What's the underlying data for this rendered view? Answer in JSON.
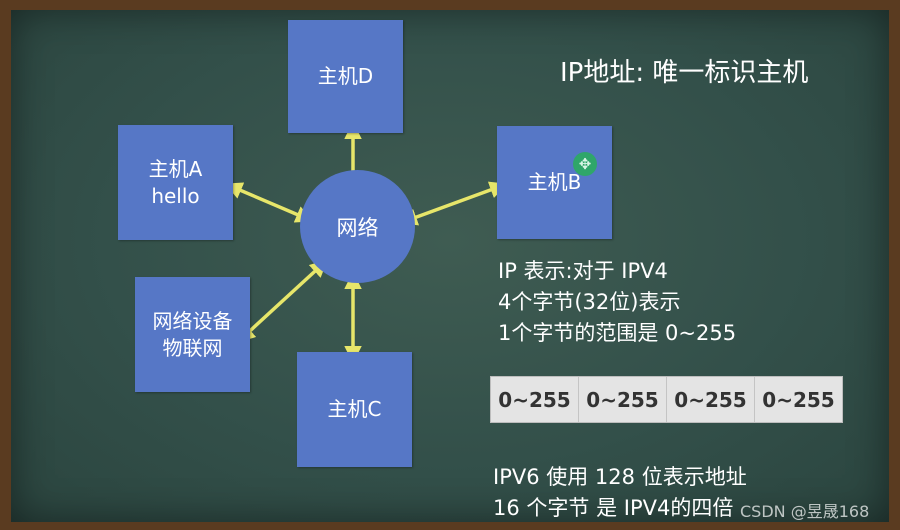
{
  "title": "IP地址: 唯一标识主机",
  "nodes": {
    "host_d": "主机D",
    "host_a_line1": "主机A",
    "host_a_line2": "hello",
    "host_b": "主机B",
    "network": "网络",
    "device_line1": "网络设备",
    "device_line2": "物联网",
    "host_c": "主机C"
  },
  "ipv4_notes": {
    "line1": "IP 表示:对于 IPV4",
    "line2": "4个字节(32位)表示",
    "line3": "1个字节的范围是 0~255"
  },
  "byte_cells": [
    "0~255",
    "0~255",
    "0~255",
    "0~255"
  ],
  "ipv6_notes": {
    "line1": "IPV6 使用 128 位表示地址",
    "line2": "16 个字节 是 IPV4的四倍"
  },
  "watermark": "CSDN @昱晟168",
  "colors": {
    "board": "#33504a",
    "node": "#5677c6",
    "arrow": "#e7e66a",
    "frame": "#5a3b20"
  },
  "icons": {
    "cursor": "move-cursor-icon"
  }
}
